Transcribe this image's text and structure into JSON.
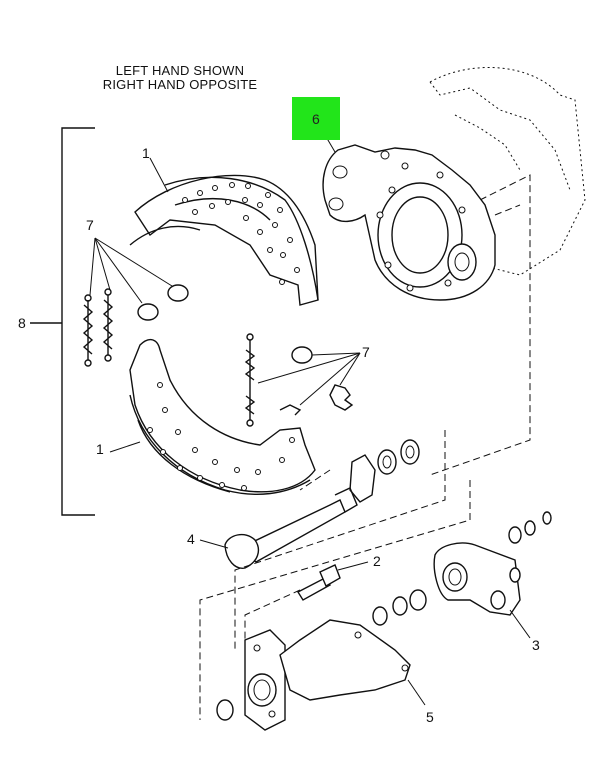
{
  "header": {
    "line1": "LEFT HAND SHOWN",
    "line2": "RIGHT HAND OPPOSITE"
  },
  "callouts": {
    "c1_top": "1",
    "c1_bottom": "1",
    "c2": "2",
    "c3": "3",
    "c4": "4",
    "c5": "5",
    "c6": "6",
    "c7_left": "7",
    "c7_right": "7",
    "c8": "8"
  },
  "colors": {
    "highlight": "#22e51a",
    "line": "#111111"
  }
}
